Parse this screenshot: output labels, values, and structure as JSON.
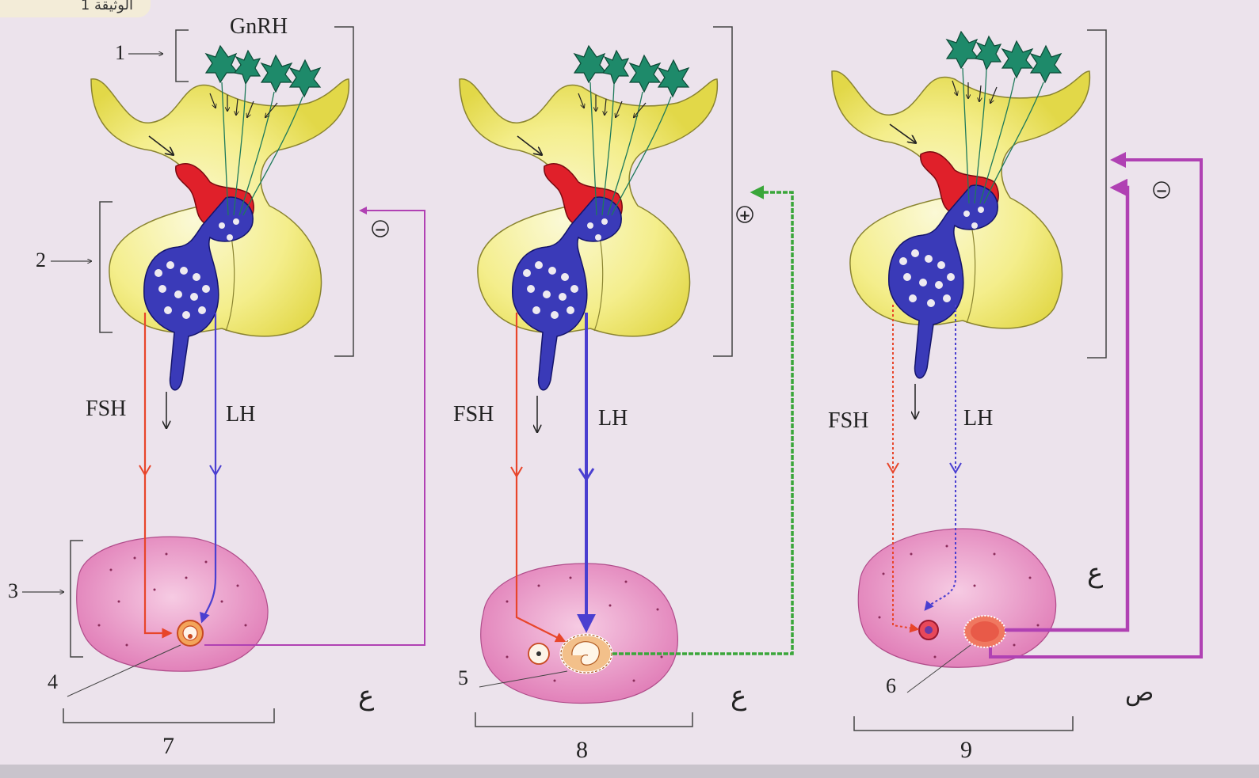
{
  "doc": {
    "corner_label": "الوثيقة 1"
  },
  "colors": {
    "background": "#ece3ec",
    "gland": "#f1ea6e",
    "neuron": "#1e8a6a",
    "portal_vessel": "#3a3ab8",
    "artery": "#e0202a",
    "ovary": "#e58cc0",
    "fsh_path": "#e8452a",
    "lh_path": "#4a3fd0",
    "negative_feedback": "#b041b3",
    "positive_feedback": "#3aa63a"
  },
  "labels": {
    "hormone_top": "GnRH",
    "num_1": "1",
    "num_2": "2",
    "num_3": "3",
    "num_4": "4",
    "num_5": "5",
    "num_6": "6",
    "num_7": "7",
    "num_8": "8",
    "num_9": "9",
    "fsh": "FSH",
    "lh": "LH",
    "arabic_ain": "ع",
    "arabic_sad": "ص",
    "minus": "−",
    "plus": "+"
  }
}
